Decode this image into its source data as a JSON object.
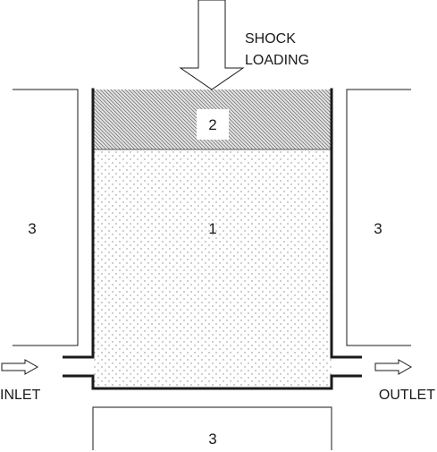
{
  "labels": {
    "shock_line1": "SHOCK",
    "shock_line2": "LOADING",
    "region_2": "2",
    "region_1": "1",
    "region_3_left": "3",
    "region_3_right": "3",
    "region_3_bottom": "3",
    "inlet": "INLET",
    "outlet": "OUTLET"
  },
  "colors": {
    "stroke": "#1a1a1a",
    "hatch": "#6e6e6e",
    "dots": "#7a7a7a"
  }
}
